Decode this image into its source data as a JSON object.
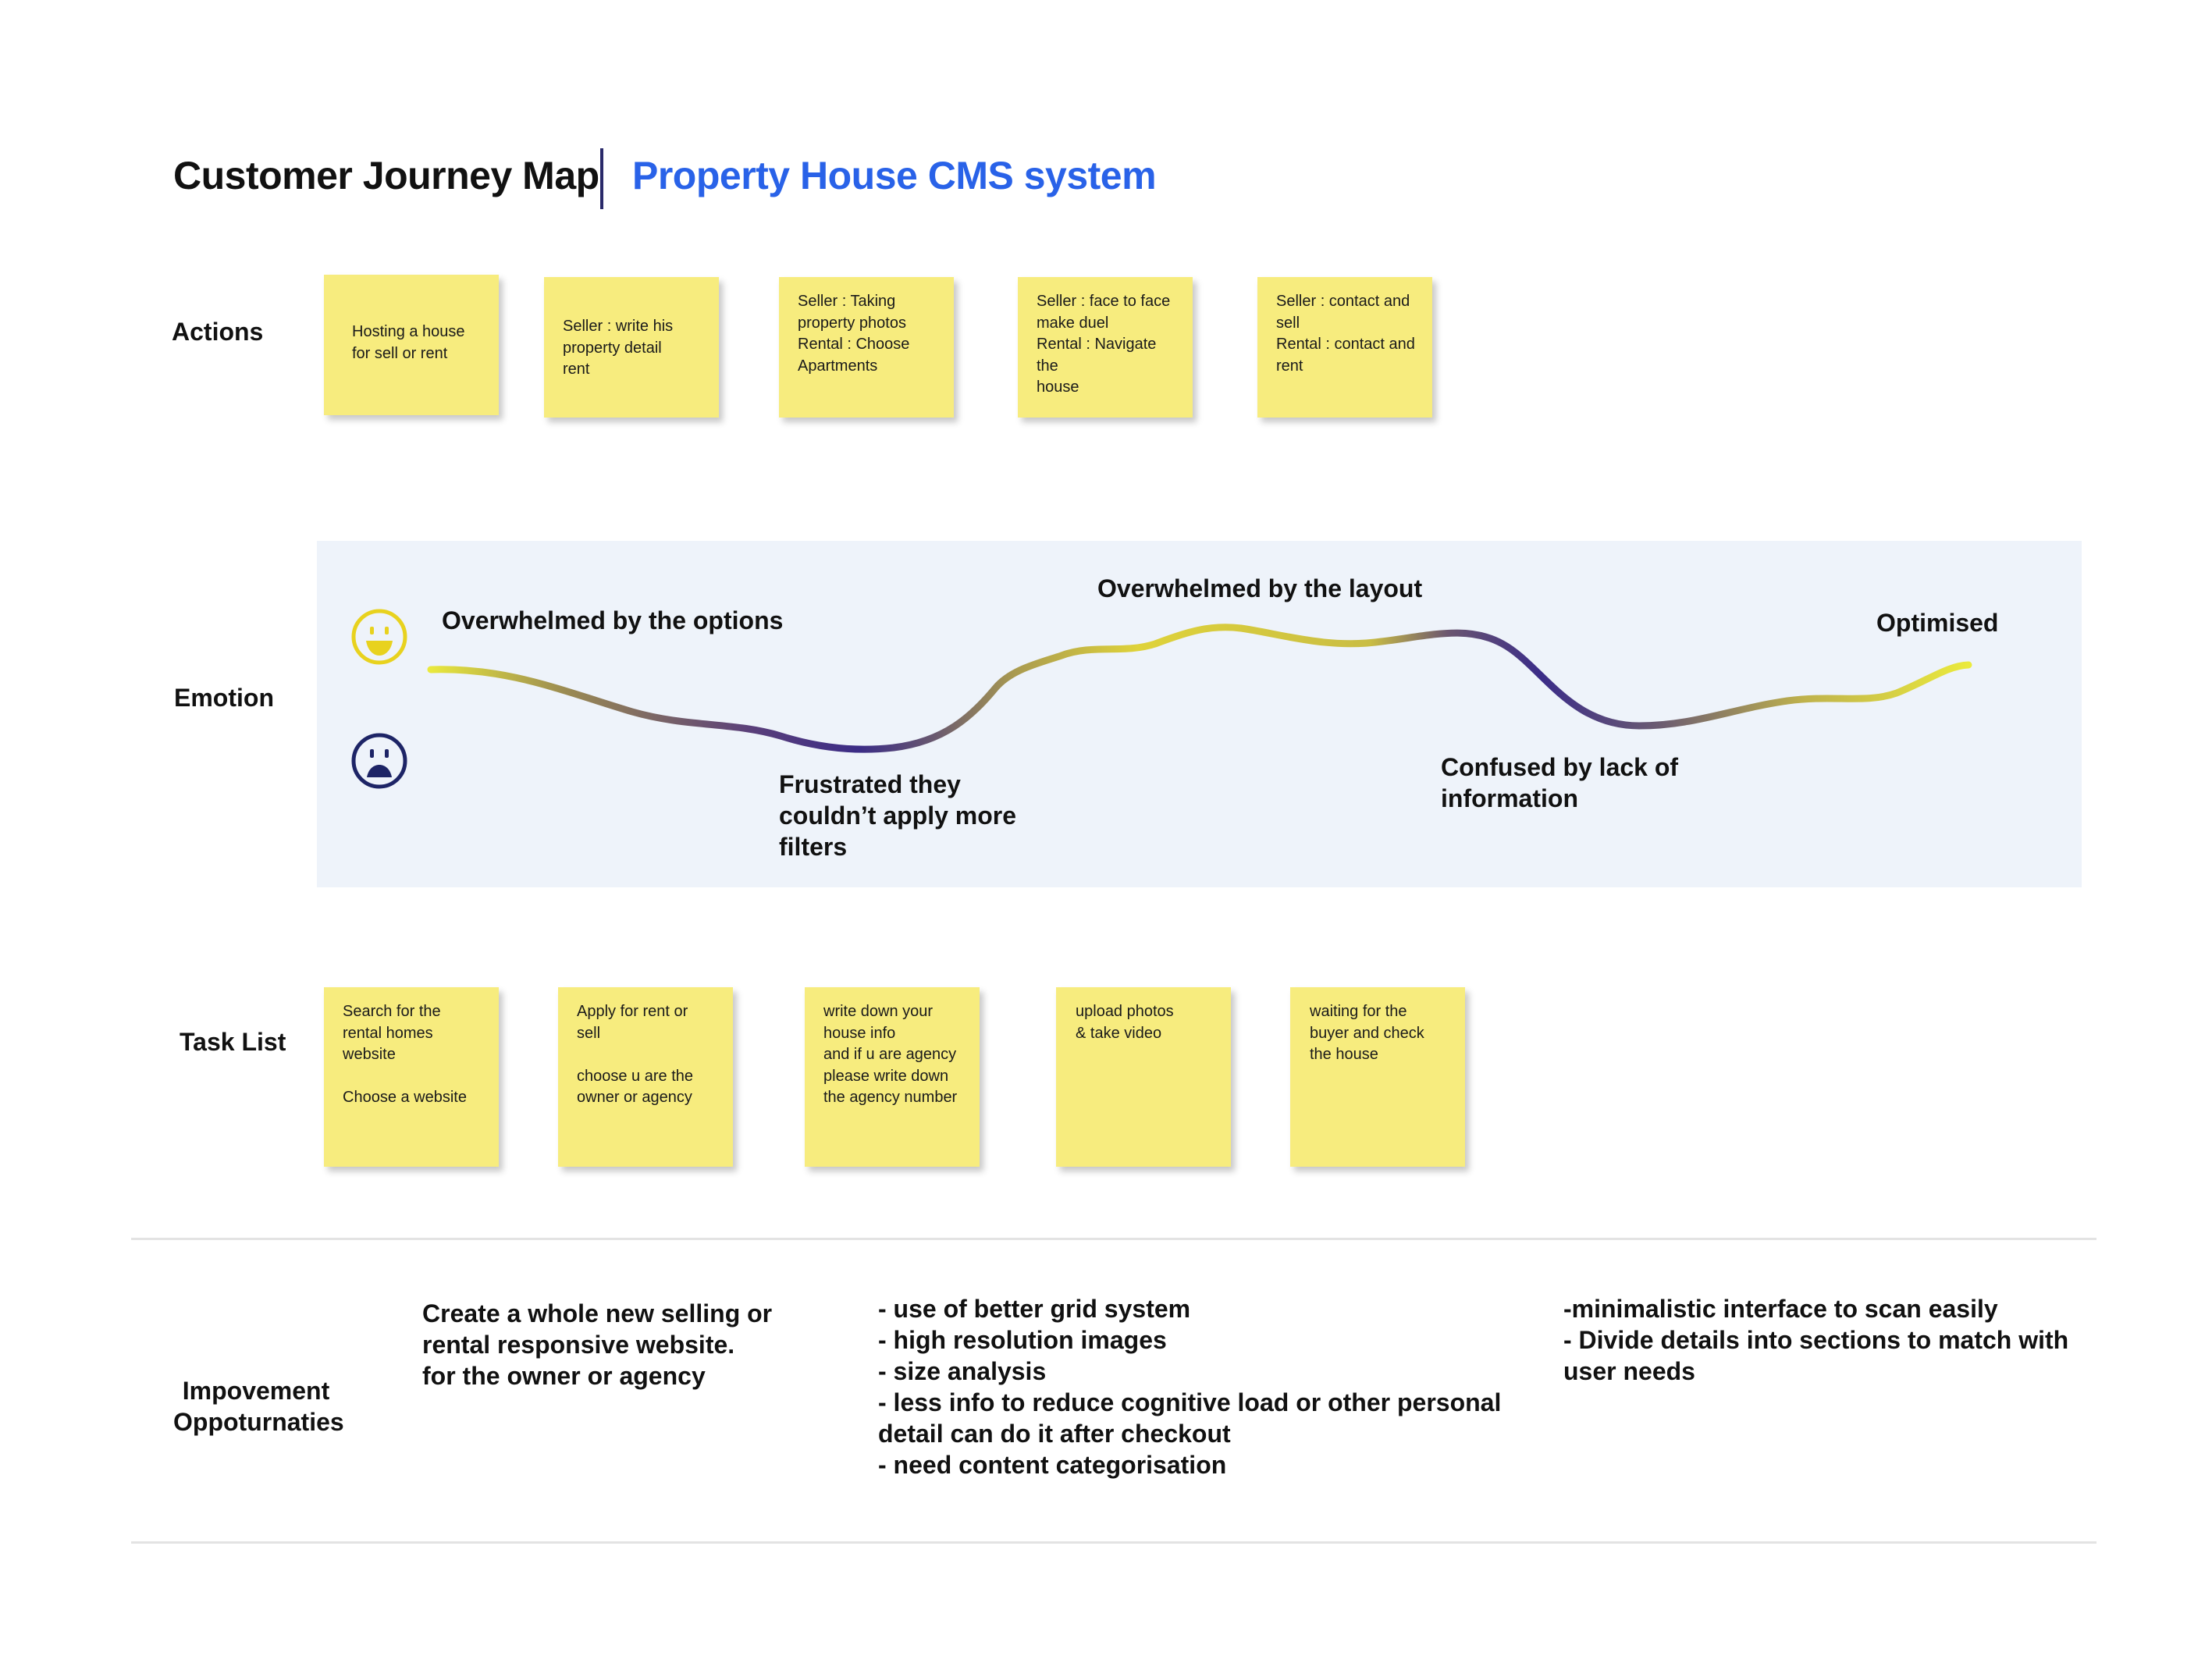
{
  "header": {
    "title": "Customer Journey Map",
    "subtitle": "Property House CMS system",
    "subtitle_color": "#2962e8"
  },
  "rows": {
    "actions": "Actions",
    "emotion": "Emotion",
    "task_list": "Task List",
    "improvement": "Impovement\nOppoturnaties"
  },
  "actions": [
    "Hosting a house\nfor sell or rent",
    "Seller :  write his\nproperty detail\nrent",
    "Seller :  Taking\nproperty photos\nRental : Choose\nApartments",
    "Seller :  face to face\nmake duel\nRental : Navigate the\nhouse",
    "Seller :  contact and\nsell\nRental : contact and\nrent"
  ],
  "emotion": {
    "happy_icon": "happy-face-icon",
    "sad_icon": "sad-face-icon",
    "happy_color": "#e8d21e",
    "sad_color": "#1d2466",
    "curve_high_color": "#e6e03a",
    "curve_low_color": "#3a2d86",
    "labels": [
      "Overwhelmed by the options",
      "Frustrated they\ncouldn’t apply more\nfilters",
      "Overwhelmed by the layout",
      "Confused by lack of\ninformation",
      "Optimised"
    ]
  },
  "tasks": [
    "Search for the\nrental homes\nwebsite\n\nChoose a website",
    "Apply for rent or\nsell\n\nchoose u are the\nowner or agency",
    "write down your\nhouse info\nand if u are agency\nplease write down\nthe agency number",
    "upload photos\n& take video",
    "waiting for the\nbuyer and check\nthe house"
  ],
  "improvements": [
    "Create a whole new selling or\nrental responsive website.\nfor the owner or agency",
    "- use of better grid system\n- high resolution images\n- size analysis\n- less info to reduce cognitive load or other personal\ndetail can do it after checkout\n- need content categorisation",
    "-minimalistic interface to scan easily\n-  Divide details into sections to match with\nuser needs"
  ]
}
